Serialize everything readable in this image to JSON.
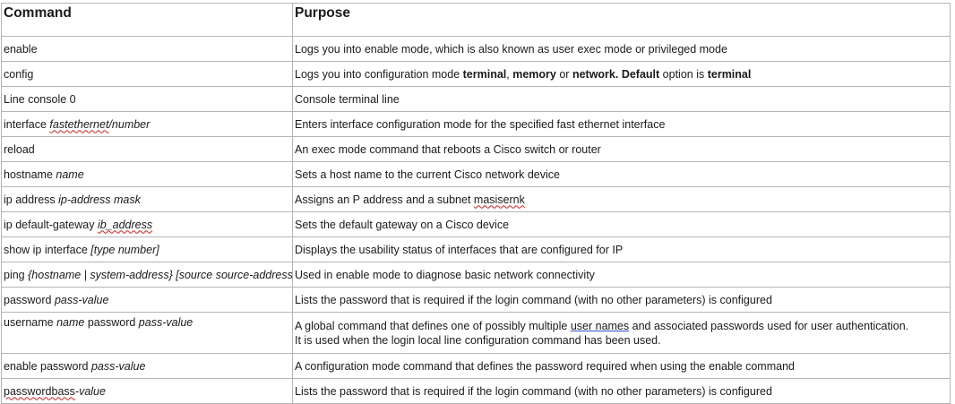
{
  "table": {
    "headers": {
      "command": "Command",
      "purpose": "Purpose"
    },
    "rows": [
      {
        "command": {
          "c0": "enable"
        },
        "purpose": {
          "p0": "Logs you into enable mode, which is also known as user exec mode or privileged mode"
        }
      },
      {
        "command": {
          "c0": "config"
        },
        "purpose": {
          "p0": "Logs you into configuration mode ",
          "p1": "terminal",
          "p2": ",",
          "p3": "memory",
          "p4": " or ",
          "p5": "network.",
          "p6": "Default",
          "p7": " option is ",
          "p8": "terminal"
        }
      },
      {
        "command": {
          "c0": "Line console 0"
        },
        "purpose": {
          "p0": "Console terminal line"
        }
      },
      {
        "command": {
          "c0": "interface ",
          "c1": "fastethernet",
          "c2": "/number"
        },
        "purpose": {
          "p0": "Enters interface configuration mode for the specified fast ethernet interface"
        }
      },
      {
        "command": {
          "c0": "reload"
        },
        "purpose": {
          "p0": "An exec mode command that reboots a Cisco switch or router"
        }
      },
      {
        "command": {
          "c0": "hostname ",
          "c1": "name"
        },
        "purpose": {
          "p0": "Sets a host name to the current Cisco network device"
        }
      },
      {
        "command": {
          "c0": "ip address ",
          "c1": "ip-address mask"
        },
        "purpose": {
          "p0": "Assigns an P address and a subnet ",
          "p1": "masisernk"
        }
      },
      {
        "command": {
          "c0": "ip default-gateway ",
          "c1": "ib_address"
        },
        "purpose": {
          "p0": "Sets the default gateway on a Cisco device"
        }
      },
      {
        "command": {
          "c0": "show ip interface ",
          "c1": "[type number]"
        },
        "purpose": {
          "p0": "Displays the usability status of interfaces that are configured for IP"
        }
      },
      {
        "command": {
          "c0": "ping ",
          "c1": "{hostname | system-address} [source source-address]"
        },
        "purpose": {
          "p0": "Used in enable mode to diagnose basic network connectivity"
        }
      },
      {
        "command": {
          "c0": "password ",
          "c1": "pass-value"
        },
        "purpose": {
          "p0": "Lists the password that is required if the login command (with no other parameters) is configured"
        }
      },
      {
        "command": {
          "c0": "username ",
          "c1": "name",
          "c2": " password ",
          "c3": "pass-value"
        },
        "purpose": {
          "p0": "A global command that defines one of possibly multiple ",
          "p1": "user names",
          "p2": " and associated passwords used for user authentication.",
          "p3": "It is used when the login local line configuration command has been used."
        }
      },
      {
        "command": {
          "c0": "enable password ",
          "c1": "pass-value"
        },
        "purpose": {
          "p0": "A configuration mode command that defines the password required when using the enable command"
        }
      },
      {
        "command": {
          "c0": "passwordbass",
          "c1": "-value"
        },
        "purpose": {
          "p0": "Lists the password that is required if the login command (with no other parameters) is configured"
        }
      }
    ]
  }
}
